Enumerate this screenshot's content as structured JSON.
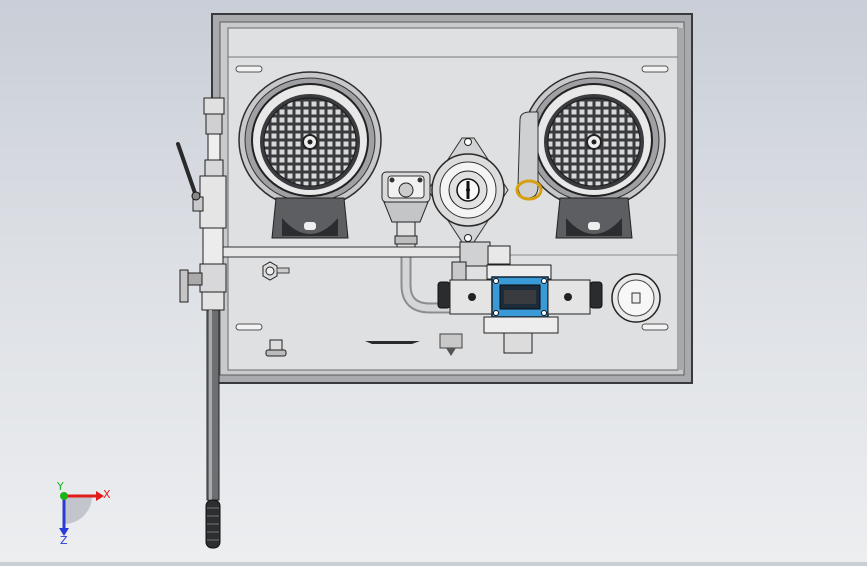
{
  "triad": {
    "x_label": "X",
    "y_label": "Y",
    "z_label": "Z",
    "x_color": "#e11a1a",
    "y_color": "#18b418",
    "z_color": "#2a3ad6"
  },
  "model": {
    "panel_color": "#dfe0e2",
    "frame_color": "#9a9b9e",
    "valve_accent": "#3a9ad8",
    "fitting_accent": "#d8a010",
    "components": [
      "hydraulic-panel-frame",
      "left-fan-motor",
      "right-fan-motor",
      "center-gauge",
      "pressure-filter",
      "solenoid-directional-valve",
      "round-cover-plate",
      "vertical-pipe-with-ball-valve",
      "lever-handle",
      "bottom-handle"
    ]
  }
}
